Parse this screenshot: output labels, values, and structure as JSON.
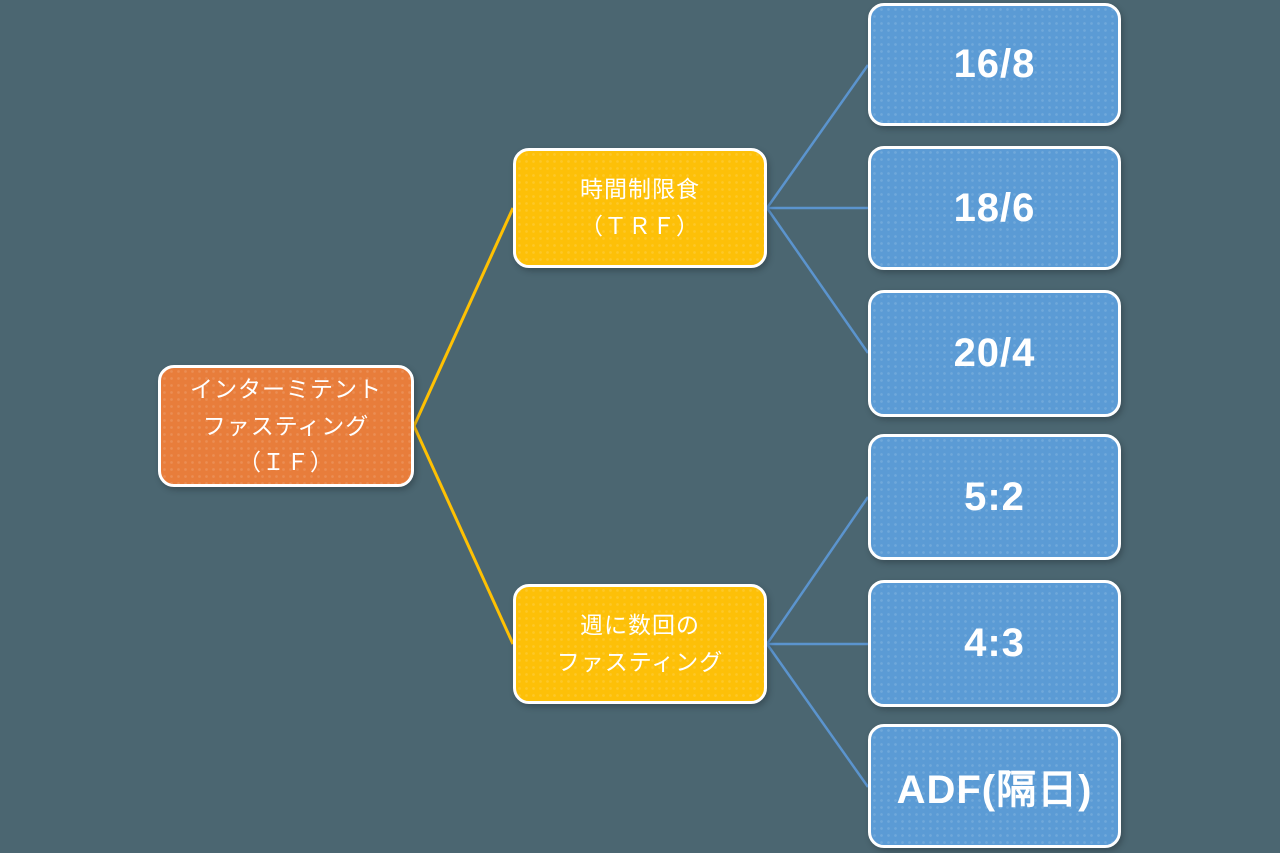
{
  "diagram": {
    "title": "Intermittent fasting types mind map",
    "background_color": "#4B6671",
    "text_color": "#FFFFFF",
    "root": {
      "label": "インターミテント\nファスティング\n（ＩＦ）",
      "color": "#E87D3B"
    },
    "branches": [
      {
        "label": "時間制限食\n（ＴＲＦ）",
        "color": "#FDC008"
      },
      {
        "label": "週に数回の\nファスティング",
        "color": "#FDC008"
      }
    ],
    "leaves": [
      {
        "label": "16/8"
      },
      {
        "label": "18/6"
      },
      {
        "label": "20/4"
      },
      {
        "label": "5:2"
      },
      {
        "label": "4:3"
      },
      {
        "label": "ADF(隔日)"
      }
    ],
    "leaf_color": "#5B9BD5",
    "connector_colors": {
      "root_to_branch": "#FFC103",
      "branch_to_leaf": "#5B94CE"
    }
  }
}
